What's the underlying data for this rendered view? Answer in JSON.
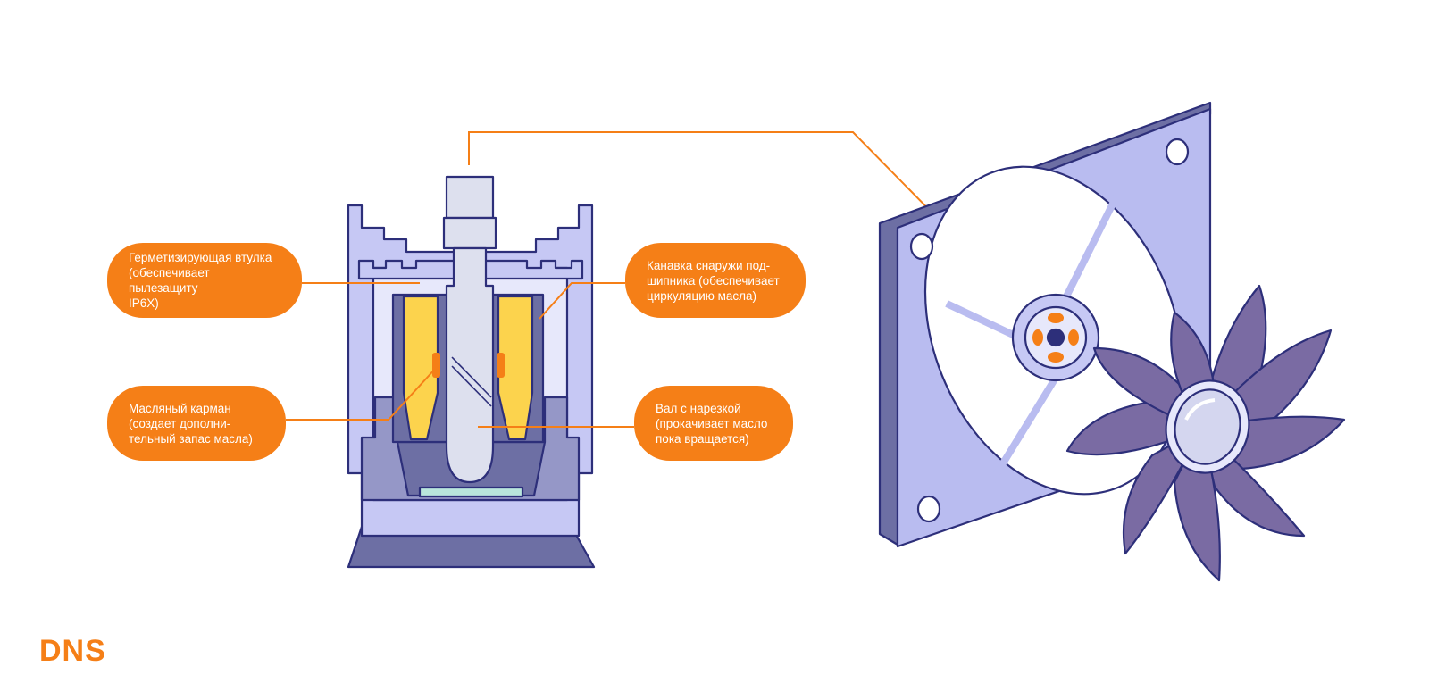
{
  "callouts": {
    "seal": "Герметизирующая втулка\n(обеспечивает пылезащиту\nIP6X)",
    "oil_pocket": "Масляный карман\n(создает дополни-\nтельный запас масла)",
    "groove": "Канавка снаружи под-\nшипника (обеспечивает\nциркуляцию масла)",
    "shaft": "Вал с нарезкой\n(прокачивает масло\nпока вращается)"
  },
  "logo": {
    "text": "DNS"
  },
  "colors": {
    "accent": "#f57f17",
    "outline": "#2d2f7a",
    "housing": "#c6c8f4",
    "shaft": "#dde0ee",
    "dark": "#6d6fa4",
    "bearing": "#fcd34d",
    "fan_frame": "#b9bcf0",
    "fan_blade": "#7a6ba3"
  }
}
